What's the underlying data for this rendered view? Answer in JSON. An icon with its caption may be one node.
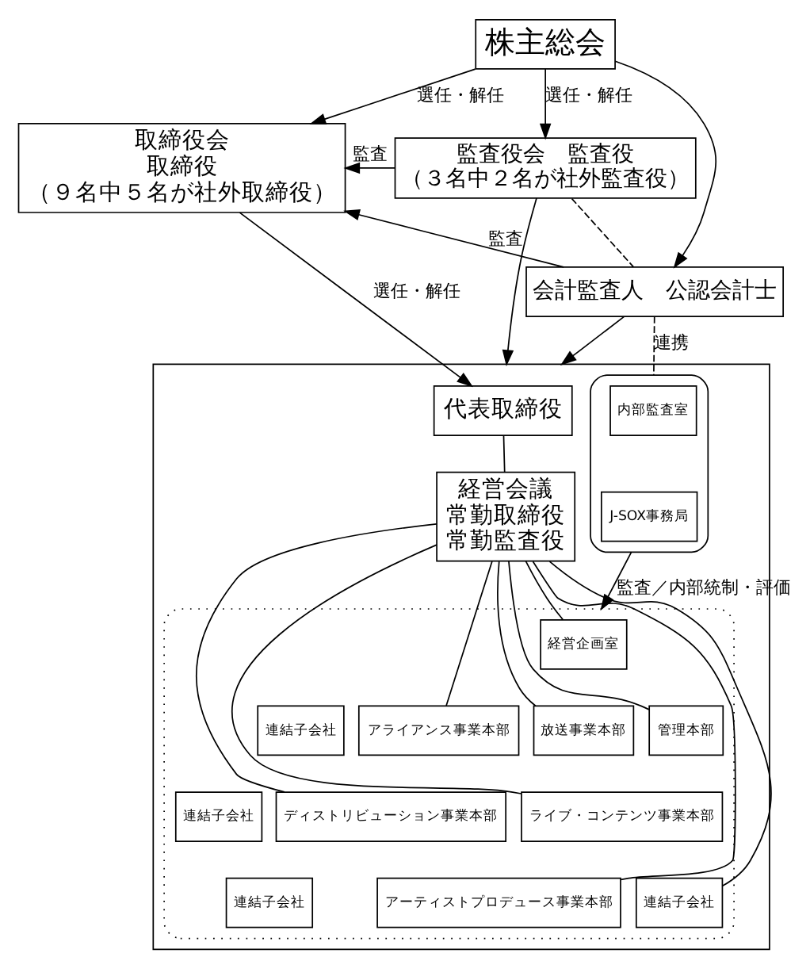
{
  "diagram": {
    "nodes": [
      {
        "text": [
          "株主総会"
        ]
      },
      {
        "text": [
          "取締役会",
          "取締役",
          "（９名中５名が社外取締役）"
        ]
      },
      {
        "text": [
          "監査役会　監査役",
          "（３名中２名が社外監査役）"
        ]
      },
      {
        "text": [
          "会計監査人　公認会計士"
        ]
      },
      {
        "text": [],
        "shape": "box"
      },
      {
        "text": [
          "代表取締役"
        ],
        "in": 4
      },
      {
        "text": [
          "経営会議",
          "常勤取締役",
          "常勤監査役"
        ],
        "in": 4
      },
      {
        "text": [],
        "shape": "box",
        "in": 4
      },
      {
        "text": [
          "内部監査室"
        ],
        "in": 7
      },
      {
        "text": [
          "J-SOX事務局"
        ],
        "in": 7
      },
      {
        "text": [],
        "shape": "box",
        "in": 4
      },
      {
        "text": [
          "経営企画室"
        ],
        "in": 10
      },
      {
        "text": [
          "管理本部"
        ],
        "in": 10
      },
      {
        "text": [
          "アライアンス事業本部"
        ],
        "in": 10
      },
      {
        "text": [
          "放送事業本部"
        ],
        "in": 10
      },
      {
        "text": [
          "ライブ・コンテンツ事業本部"
        ],
        "in": 10
      },
      {
        "text": [
          "ディストリビューション事業本部"
        ],
        "in": 10
      },
      {
        "text": [
          "アーティストプロデュース事業本部"
        ],
        "in": 10
      },
      {
        "text": [
          "連結子会社"
        ],
        "in": 10
      },
      {
        "text": [
          "連結子会社"
        ],
        "in": 10
      },
      {
        "text": [
          "連結子会社"
        ],
        "in": 10
      },
      {
        "text": [
          "連結子会社"
        ],
        "in": 10
      }
    ],
    "edges": [
      {
        "from": 0,
        "to": 1,
        "arrow": "to",
        "label": "選任・解任"
      },
      {
        "from": 0,
        "to": 2,
        "arrow": "to",
        "label": "選任・解任"
      },
      {
        "from": 0,
        "to": 3,
        "arrow": "to"
      },
      {
        "from": 2,
        "to": 1,
        "arrow": "to",
        "label": "監査"
      },
      {
        "from": 3,
        "to": 1,
        "arrow": "to",
        "label": "監査"
      },
      {
        "from": 2,
        "to": 4,
        "arrow": "to"
      },
      {
        "from": 3,
        "to": 4,
        "arrow": "to"
      },
      {
        "from": 1,
        "to": 5,
        "arrow": "to",
        "label": "選任・解任"
      },
      {
        "from": 2,
        "to": 3,
        "arrow": "none",
        "style": "dashed"
      },
      {
        "from": 3,
        "to": 7,
        "arrow": "none",
        "style": "dashed",
        "label": "連携"
      },
      {
        "from": 5,
        "to": 6,
        "arrow": "none"
      },
      {
        "from": 7,
        "to": 10,
        "arrow": "to",
        "label": "監査／内部統制・評価"
      },
      {
        "from": 6,
        "to": 11,
        "arrow": "none"
      },
      {
        "from": 6,
        "to": 12,
        "arrow": "none"
      },
      {
        "from": 6,
        "to": 13,
        "arrow": "none"
      },
      {
        "from": 6,
        "to": 14,
        "arrow": "none"
      },
      {
        "from": 6,
        "to": 15,
        "arrow": "none"
      },
      {
        "from": 6,
        "to": 16,
        "arrow": "none"
      },
      {
        "from": 6,
        "to": 17,
        "arrow": "none"
      },
      {
        "from": 6,
        "to": 18,
        "arrow": "none"
      }
    ]
  }
}
